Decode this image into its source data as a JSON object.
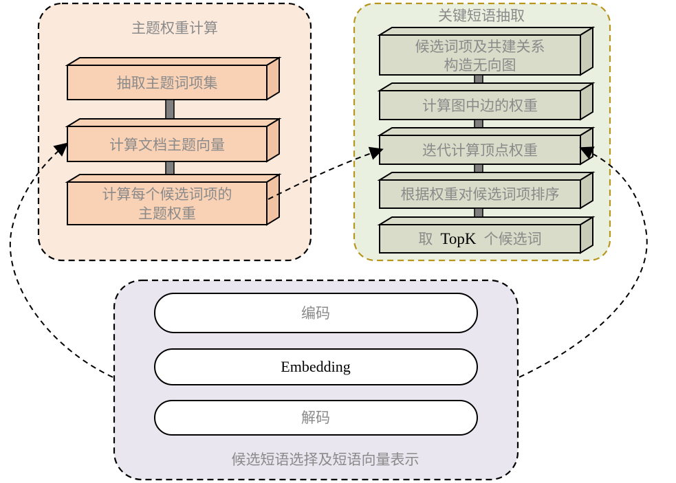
{
  "groups": {
    "topic": {
      "title": "主题权重计算",
      "steps": [
        "抽取主题词项集",
        "计算文档主题向量",
        "计算每个候选词项的",
        "主题权重"
      ]
    },
    "keyphrase": {
      "title": "关键短语抽取",
      "steps": [
        "候选词项及共建关系",
        "构造无向图",
        "计算图中边的权重",
        "迭代计算顶点权重",
        "根据权重对候选词项排序"
      ],
      "last_prefix": "取",
      "last_bold": "TopK",
      "last_suffix": "个候选词"
    },
    "candidate": {
      "title": "候选短语选择及短语向量表示",
      "rows": [
        "编码",
        "Embedding",
        "解码"
      ]
    }
  },
  "colors": {
    "topic_bg": "#fbe9dc",
    "topic_box": "#f9d2b6",
    "keyphrase_bg": "#eaf0df",
    "keyphrase_border": "#b8961e",
    "keyphrase_box": "#d8dcc8",
    "candidate_bg": "#e9e6ef",
    "arrow": "#7f7f7f"
  }
}
